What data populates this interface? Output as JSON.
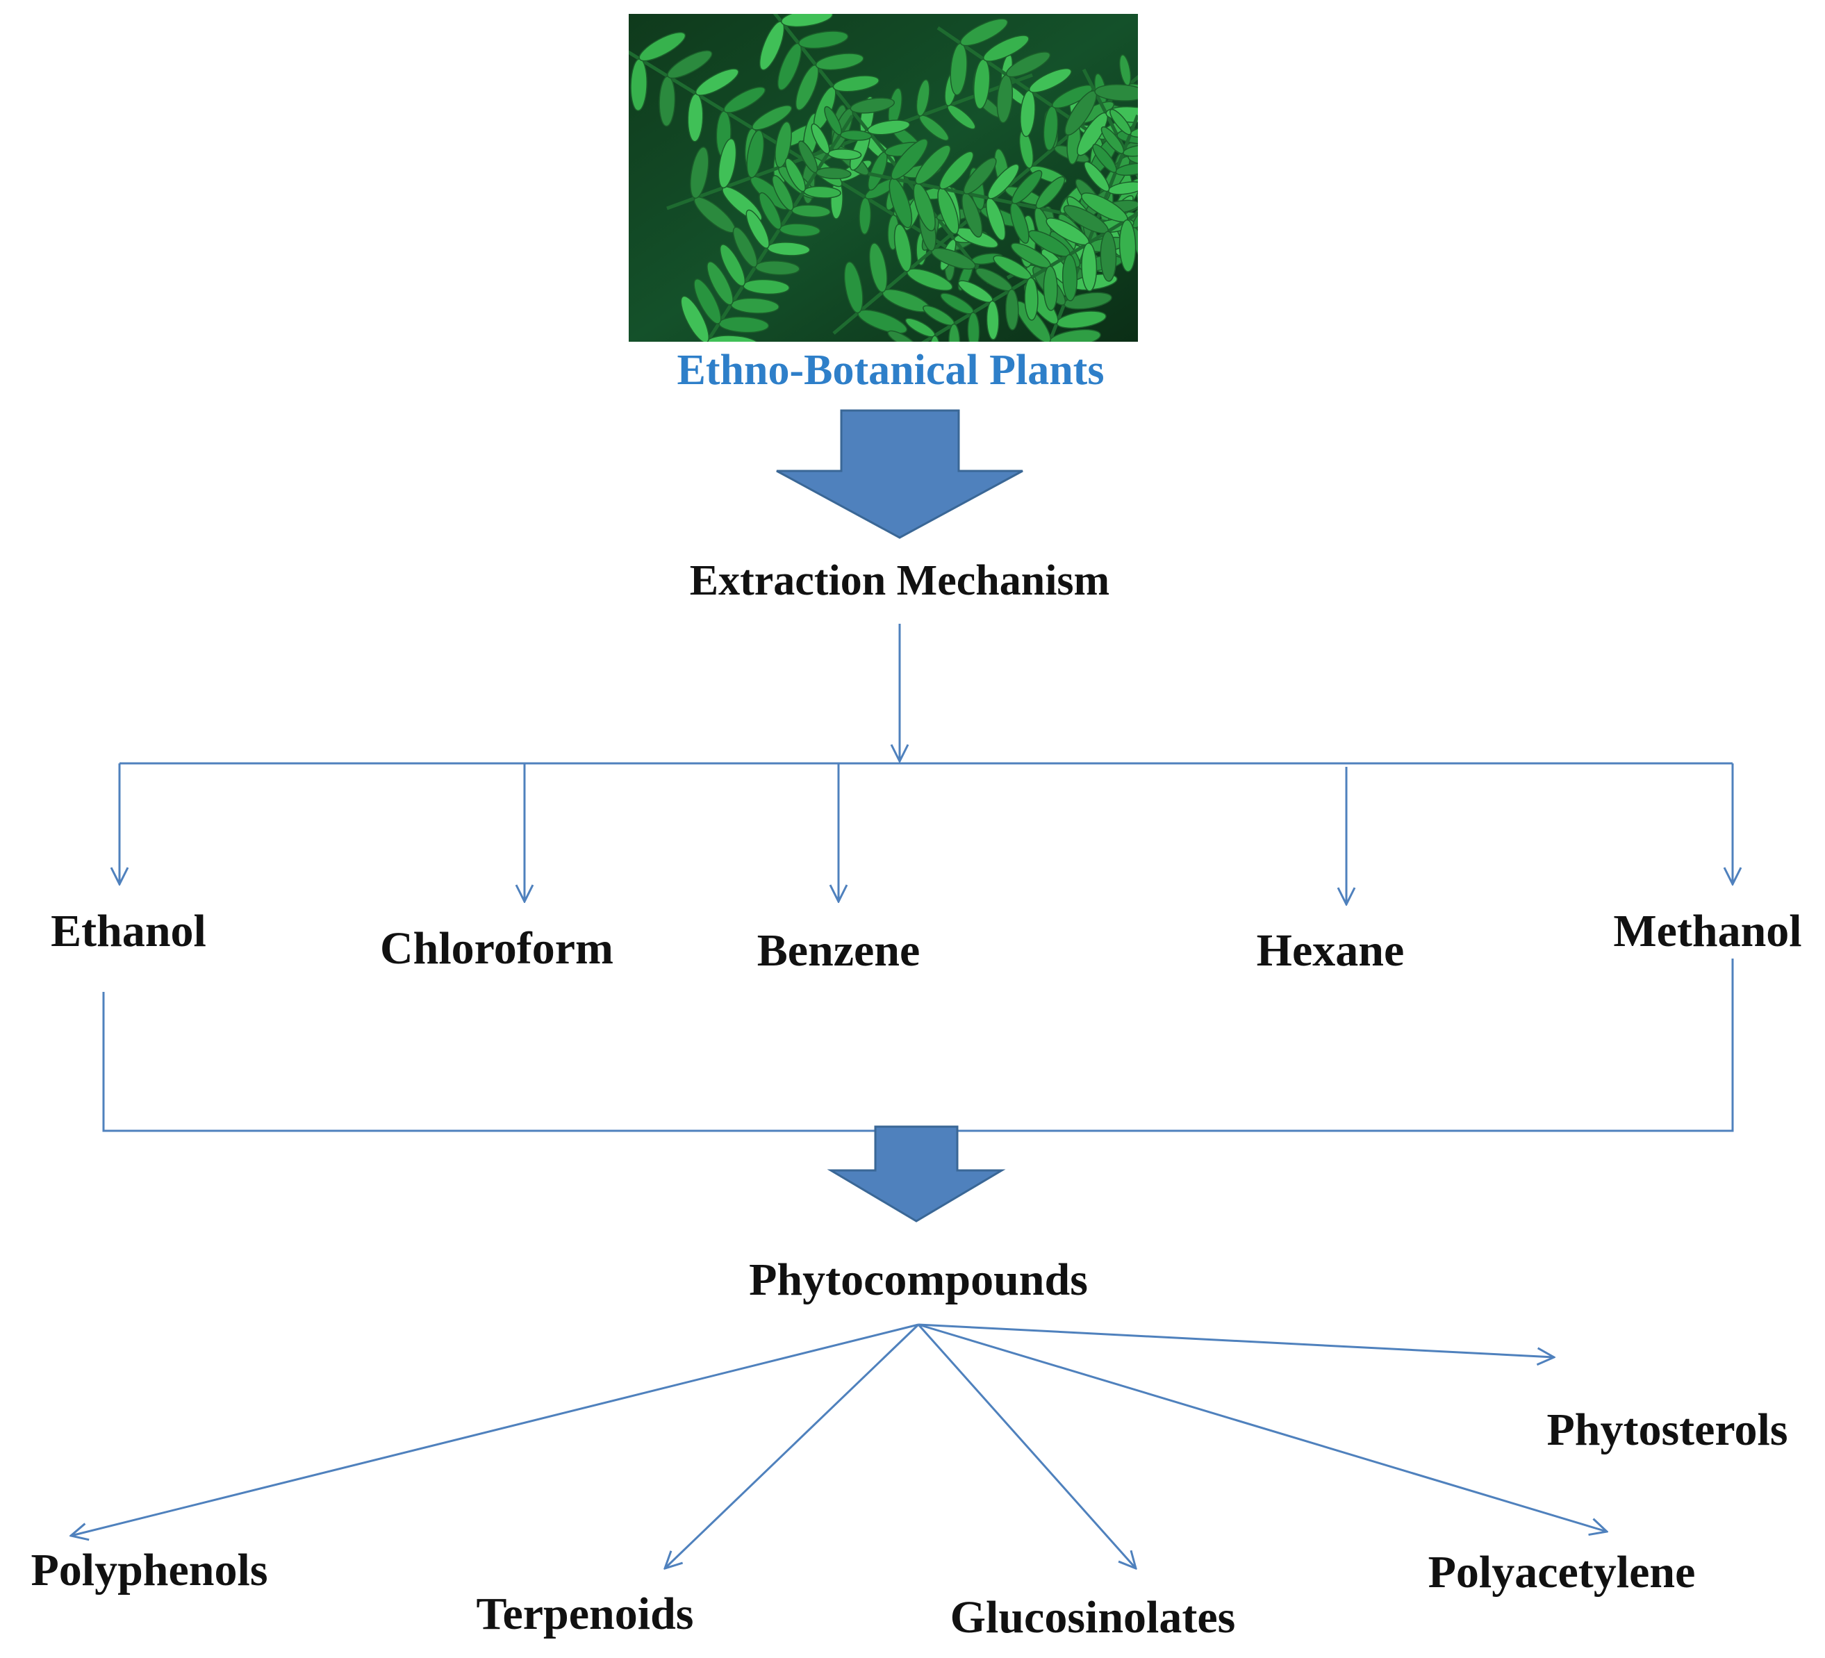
{
  "source": {
    "label": "Ethno-Botanical Plants",
    "label_color": "#2E7FC9"
  },
  "process": {
    "label": "Extraction Mechanism"
  },
  "solvents": [
    "Ethanol",
    "Chloroform",
    "Benzene",
    "Hexane",
    "Methanol"
  ],
  "product": {
    "label": "Phytocompounds"
  },
  "compounds": [
    "Polyphenols",
    "Terpenoids",
    "Glucosinolates",
    "Polyacetylene",
    "Phytosterols"
  ],
  "colors": {
    "arrow_fill": "#4F81BD",
    "arrow_stroke": "#3A6796",
    "connector": "#4F81BD",
    "text": "#111111"
  }
}
